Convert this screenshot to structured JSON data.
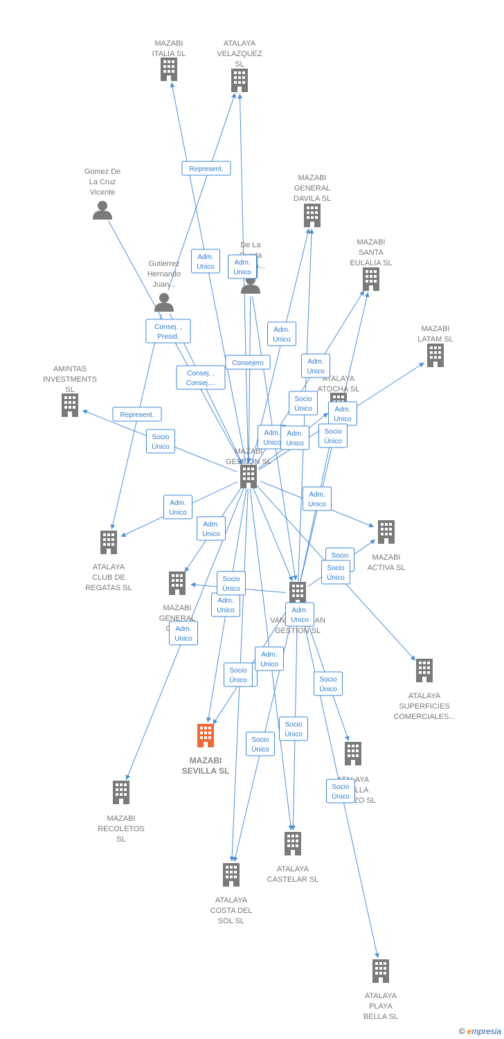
{
  "colors": {
    "building": "#7a7a7a",
    "building_highlight": "#f06a35",
    "person": "#7a7a7a",
    "edge": "#4a8fdc",
    "label_border": "#3a87d9"
  },
  "nodes": [
    {
      "id": "mazabi_italia",
      "type": "company",
      "label": [
        "MAZABI",
        "ITALIA  SL"
      ]
    },
    {
      "id": "atalaya_velazquez",
      "type": "company",
      "label": [
        "ATALAYA",
        "VELAZQUEZ",
        "SL"
      ]
    },
    {
      "id": "gomez",
      "type": "person",
      "label": [
        "Gomez De",
        "La Cruz",
        "Vicente"
      ]
    },
    {
      "id": "mazabi_general_davila",
      "type": "company",
      "label": [
        "MAZABI",
        "GENERAL",
        "DAVILA  SL"
      ]
    },
    {
      "id": "mazabi_santa_eulalia",
      "type": "company",
      "label": [
        "MAZABI",
        "SANTA",
        "EULALIA  SL"
      ]
    },
    {
      "id": "de_la_puerta",
      "type": "person",
      "label": [
        "De La",
        "Puerta",
        "Garcia..."
      ]
    },
    {
      "id": "gutierrez",
      "type": "person",
      "label": [
        "Gutierrez",
        "Hernando",
        "Juan..."
      ]
    },
    {
      "id": "mazabi_latam",
      "type": "company",
      "label": [
        "MAZABI",
        "LATAM  SL"
      ]
    },
    {
      "id": "amintas",
      "type": "company",
      "label": [
        "AMINTAS",
        "INVESTMENTS",
        "SL"
      ]
    },
    {
      "id": "atalaya_atocha",
      "type": "company",
      "label": [
        "ATALAYA",
        "ATOCHA  SL"
      ]
    },
    {
      "id": "mazabi_gestion",
      "type": "company",
      "label": [
        "MAZABI",
        "GESTION SL"
      ]
    },
    {
      "id": "atalaya_club",
      "type": "company",
      "label": [
        "ATALAYA",
        "CLUB DE",
        "REGATAS  SL"
      ]
    },
    {
      "id": "mazabi_activa",
      "type": "company",
      "label": [
        "MAZABI",
        "ACTIVA  SL"
      ]
    },
    {
      "id": "mazabi_general_ora",
      "type": "company",
      "label": [
        "MAZABI",
        "GENERAL",
        "ORA..."
      ]
    },
    {
      "id": "vanguardian",
      "type": "company",
      "label": [
        "VANGUARDIAN",
        "GESTION SL"
      ]
    },
    {
      "id": "atalaya_superficies",
      "type": "company",
      "label": [
        "ATALAYA",
        "SUPERFICIES",
        "COMERCIALES..."
      ]
    },
    {
      "id": "mazabi_sevilla",
      "type": "company",
      "highlight": true,
      "label": [
        "MAZABI",
        "SEVILLA  SL"
      ]
    },
    {
      "id": "atalaya_sevilla_palazzo",
      "type": "company",
      "label": [
        "ATALAYA",
        "SEVILLA",
        "PALAZZO  SL"
      ]
    },
    {
      "id": "mazabi_recoletos",
      "type": "company",
      "label": [
        "MAZABI",
        "RECOLETOS",
        "SL"
      ]
    },
    {
      "id": "atalaya_castelar",
      "type": "company",
      "label": [
        "ATALAYA",
        "CASTELAR  SL"
      ]
    },
    {
      "id": "atalaya_costa",
      "type": "company",
      "label": [
        "ATALAYA",
        "COSTA DEL",
        "SOL  SL"
      ]
    },
    {
      "id": "atalaya_playa",
      "type": "company",
      "label": [
        "ATALAYA",
        "PLAYA",
        "BELLA  SL"
      ]
    }
  ],
  "edges": [
    {
      "from": "mazabi_gestion",
      "to": "mazabi_italia",
      "label": [
        "Adm.",
        "Unico"
      ]
    },
    {
      "from": "gutierrez",
      "to": "atalaya_velazquez",
      "label": [
        "Represent."
      ]
    },
    {
      "from": "mazabi_gestion",
      "to": "atalaya_velazquez",
      "label": [
        "Adm.",
        "Unico"
      ]
    },
    {
      "from": "gomez",
      "to": "mazabi_gestion",
      "label": [
        "Consej. ,",
        "Presid."
      ]
    },
    {
      "from": "gutierrez",
      "to": "mazabi_gestion",
      "label": [
        "Consej. ,",
        "Consej...."
      ]
    },
    {
      "from": "de_la_puerta",
      "to": "mazabi_gestion",
      "label": [
        "Consejero"
      ]
    },
    {
      "from": "gutierrez",
      "to": "atalaya_club",
      "label": [
        "Represent."
      ]
    },
    {
      "from": "mazabi_gestion",
      "to": "mazabi_general_davila",
      "label": [
        "Adm.",
        "Unico"
      ]
    },
    {
      "from": "mazabi_gestion",
      "to": "mazabi_santa_eulalia",
      "label": [
        "Adm.",
        "Unico"
      ]
    },
    {
      "from": "mazabi_gestion",
      "to": "mazabi_latam",
      "label": [
        "Adm.",
        "Unico"
      ]
    },
    {
      "from": "mazabi_gestion",
      "to": "amintas",
      "label": [
        "Socio",
        "Único"
      ]
    },
    {
      "from": "mazabi_gestion",
      "to": "atalaya_atocha",
      "label": [
        "Socio",
        "Único"
      ]
    },
    {
      "from": "mazabi_gestion",
      "to": "atalaya_club",
      "label": [
        "Adm.",
        "Unico"
      ]
    },
    {
      "from": "mazabi_gestion",
      "to": "mazabi_general_ora",
      "label": [
        "Adm.",
        "Unico"
      ]
    },
    {
      "from": "mazabi_gestion",
      "to": "mazabi_activa",
      "label": [
        "Socio",
        "Único"
      ]
    },
    {
      "from": "mazabi_gestion",
      "to": "atalaya_superficies",
      "label": [
        "Socio",
        "Único"
      ]
    },
    {
      "from": "mazabi_gestion",
      "to": "mazabi_recoletos",
      "label": [
        "Adm.",
        "Unico"
      ]
    },
    {
      "from": "mazabi_gestion",
      "to": "mazabi_sevilla",
      "label": [
        "Adm.",
        "Unico"
      ]
    },
    {
      "from": "mazabi_gestion",
      "to": "atalaya_costa",
      "label": [
        "Socio",
        "Único"
      ]
    },
    {
      "from": "mazabi_gestion",
      "to": "atalaya_castelar",
      "label": [
        "Socio",
        "Único"
      ]
    },
    {
      "from": "mazabi_gestion",
      "to": "vanguardian",
      "label": [
        "Adm.",
        "Unico"
      ]
    },
    {
      "from": "vanguardian",
      "to": "mazabi_general_davila",
      "label": [
        "Adm.",
        "Unico"
      ]
    },
    {
      "from": "vanguardian",
      "to": "mazabi_santa_eulalia",
      "label": [
        "Adm.",
        "Unico"
      ]
    },
    {
      "from": "vanguardian",
      "to": "atalaya_atocha",
      "label": [
        "Socio",
        "Único"
      ]
    },
    {
      "from": "vanguardian",
      "to": "mazabi_general_ora",
      "label": [
        "Socio",
        "Único"
      ]
    },
    {
      "from": "vanguardian",
      "to": "mazabi_activa",
      "label": [
        "Adm.",
        "Unico"
      ]
    },
    {
      "from": "vanguardian",
      "to": "mazabi_sevilla",
      "label": [
        "Adm.",
        "Unico"
      ]
    },
    {
      "from": "vanguardian",
      "to": "atalaya_sevilla_palazzo",
      "label": [
        "Socio",
        "Único"
      ]
    },
    {
      "from": "vanguardian",
      "to": "atalaya_costa",
      "label": [
        "Socio",
        "Único"
      ]
    },
    {
      "from": "vanguardian",
      "to": "atalaya_castelar",
      "label": [
        "Socio",
        "Único"
      ]
    },
    {
      "from": "vanguardian",
      "to": "atalaya_playa",
      "label": [
        "Socio",
        "Único"
      ]
    },
    {
      "from": "de_la_puerta",
      "to": "vanguardian",
      "label": [
        "Adm.",
        "Unico"
      ]
    }
  ],
  "footer": {
    "copyright": "©",
    "brand_e": "e",
    "brand_rest": "mpresia"
  }
}
